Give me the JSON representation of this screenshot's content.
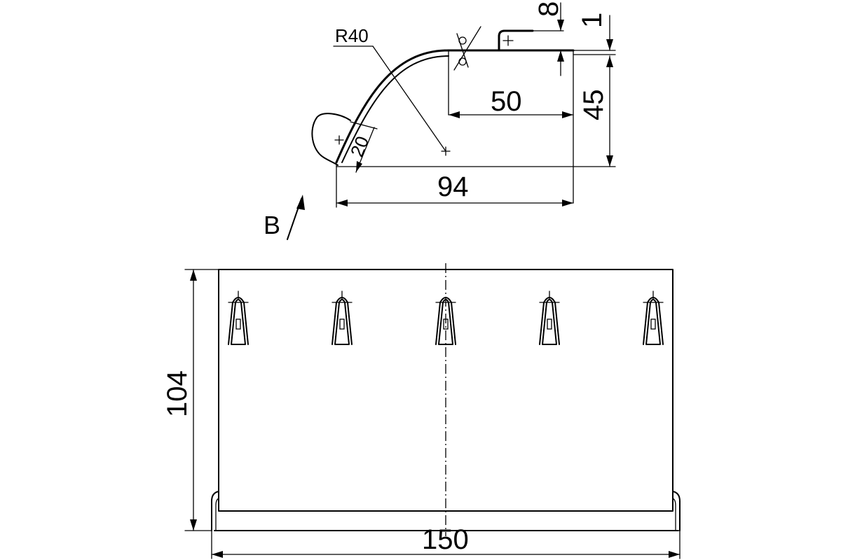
{
  "labels": {
    "radius": "R40",
    "dim_top_gap": "8",
    "dim_edge": "1",
    "dim_flange": "50",
    "dim_height_profile": "45",
    "dim_lip": "20",
    "dim_profile_width": "94",
    "view_marker": "B",
    "dim_plate_height": "104",
    "dim_plate_width": "150"
  },
  "features": {
    "tab_count": 5
  }
}
